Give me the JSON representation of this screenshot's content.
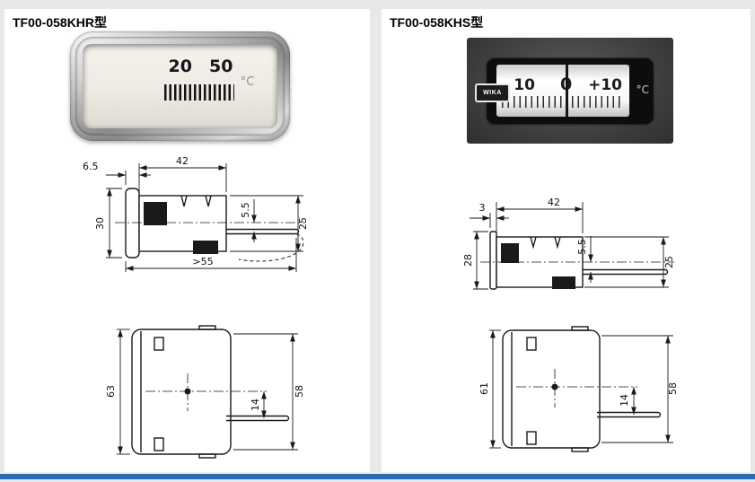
{
  "page": {
    "left": {
      "title": "TF00-058KHR型",
      "photo": {
        "num_20": "20",
        "num_50": "50",
        "unit": "°C"
      },
      "side_view": {
        "flange_thickness": "6.5",
        "stem_length": "42",
        "flange_height": "30",
        "capillary_offset": "5.5",
        "stem_height": "25",
        "min_clearance": ">55"
      },
      "front_view": {
        "height": "63",
        "capillary_offset": "14",
        "inner_height": "58"
      }
    },
    "right": {
      "title": "TF00-058KHS型",
      "photo": {
        "brand": "WIKA",
        "num_left": "10",
        "num_zero": "0",
        "num_right": "+10",
        "unit": "°C"
      },
      "side_view": {
        "flange_thickness": "3",
        "stem_length": "42",
        "flange_height": "28",
        "capillary_offset": "5.5",
        "stem_height": "25"
      },
      "front_view": {
        "height": "61",
        "capillary_offset": "14",
        "inner_height": "58"
      }
    }
  }
}
